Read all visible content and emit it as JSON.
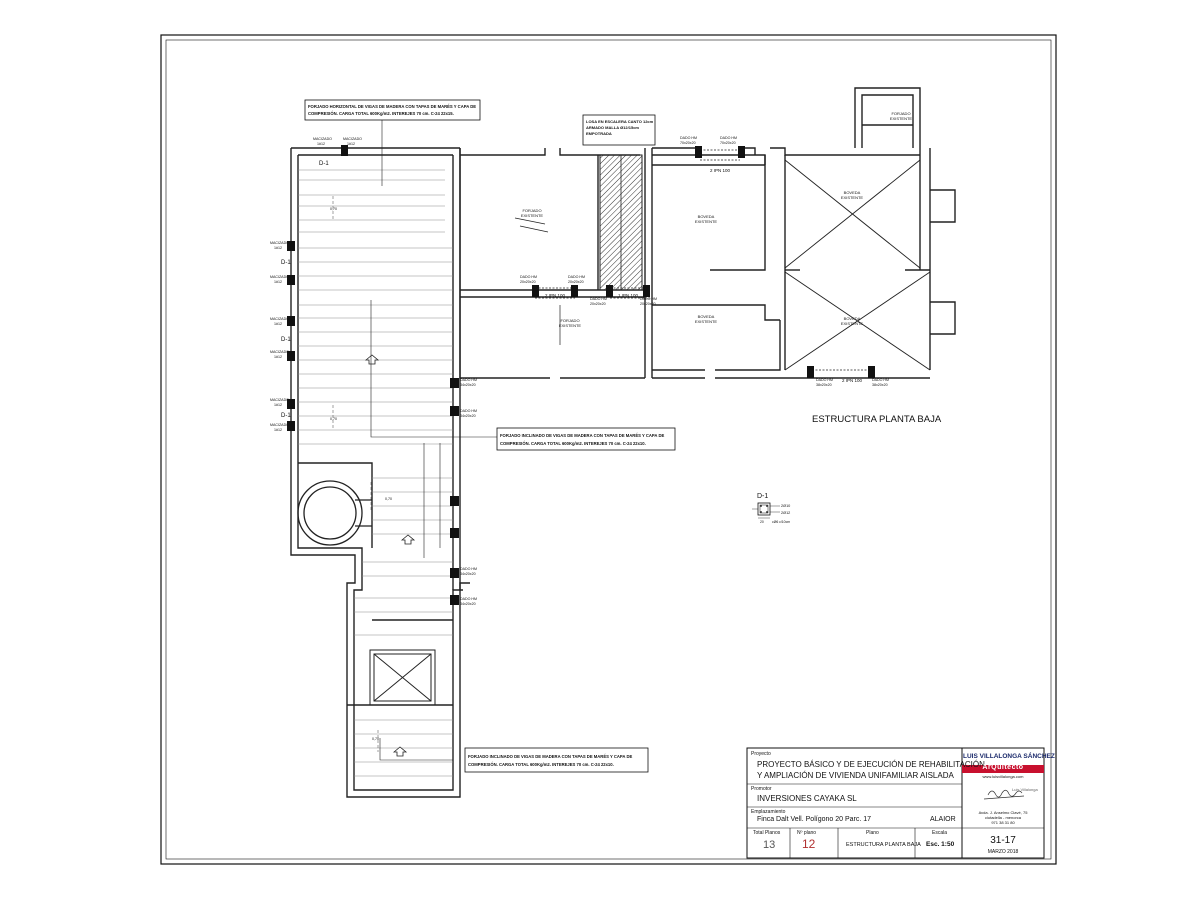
{
  "drawing": {
    "heading": "ESTRUCTURA PLANTA BAJA",
    "notes": {
      "forjado_horizontal": [
        "FORJADO HORIZONTAL DE VIGAS DE MADERA CON TAPAS DE MARÉS Y CAPA DE",
        "COMPRESIÓN. CARGA TOTAL 600Kg/m2. INTEREJES 70 cm. C-24 22x15."
      ],
      "losa_escalera": [
        "LOSA EN ESCALERA CANTO 12cm",
        "ARMADO MALLA Ø12/15cm",
        "EMPOTRADA"
      ],
      "forjado_inclinado_1": [
        "FORJADO INCLINADO DE VIGAS DE MADERA CON TAPAS DE MARÉS Y CAPA DE",
        "COMPRESIÓN. CARGA TOTAL 600Kg/m2. INTEREJES 70 cm. C-24 22x10."
      ],
      "forjado_inclinado_2": [
        "FORJADO INCLINADO DE VIGAS DE MADERA CON TAPAS DE MARÉS Y CAPA DE",
        "COMPRESIÓN. CARGA TOTAL 600Kg/m2. INTEREJES 70 cm. C-24 22x10."
      ]
    },
    "labels": {
      "forjado_existente": [
        "FORJADO",
        "EXISTENTE"
      ],
      "boveda_existente": [
        "BOVEDA",
        "EXISTENTE"
      ],
      "ipn": "2 IPN 100",
      "ipn_single": "1 IPN 100",
      "dado_70": [
        "DADO HM",
        "70x20x20"
      ],
      "dado_20": [
        "DADO HM",
        "20x20x20"
      ],
      "dado_34": [
        "DADO HM",
        "34x20x20"
      ],
      "dado_38": [
        "DADO HM",
        "38x20x20"
      ],
      "macizado": [
        "MACIZADO",
        "1#12"
      ],
      "d1": "D-1",
      "dim_070": "0,70",
      "detail_title": "D-1",
      "detail_bars": [
        "2Ø10",
        "2Ø12"
      ],
      "detail_stirrup": "cØ6 c/10cm",
      "detail_dim": "20"
    }
  },
  "title_block": {
    "proyecto_label": "Proyecto",
    "proyecto_line1": "PROYECTO BÁSICO Y DE EJECUCIÓN DE REHABILITACIÓN",
    "proyecto_line2": "Y AMPLIACIÓN DE  VIVIENDA UNIFAMILIAR AISLADA",
    "promotor_label": "Promotor",
    "promotor": "INVERSIONES CAYAKA SL",
    "emplazamiento_label": "Emplazamiento",
    "emplazamiento": "Finca Dalt Vell. Polígono 20 Parc. 17",
    "municipio": "ALAIOR",
    "total_planos_label": "Total Planos",
    "total_planos": "13",
    "n_plano_label": "Nº plano",
    "n_plano": "12",
    "plano_label": "Plano",
    "plano": "ESTRUCTURA PLANTA BAJA",
    "escala_label": "Escala",
    "escala": "Esc. 1:50",
    "codigo": "31-17",
    "fecha": "MARZO 2018",
    "architect_name": "LUIS VILLALONGA SÁNCHEZ",
    "architect_role": "ArQuitecto",
    "architect_web": "www.luisvillalonga.com",
    "signature": "Luis Villalonga",
    "address_lines": [
      "Avda. J. Anselmo Clavé, 75",
      "ciutadella - menorca",
      "971 38 31 80"
    ],
    "colors": {
      "brand": "#c8102e",
      "index": "#b03030"
    }
  }
}
